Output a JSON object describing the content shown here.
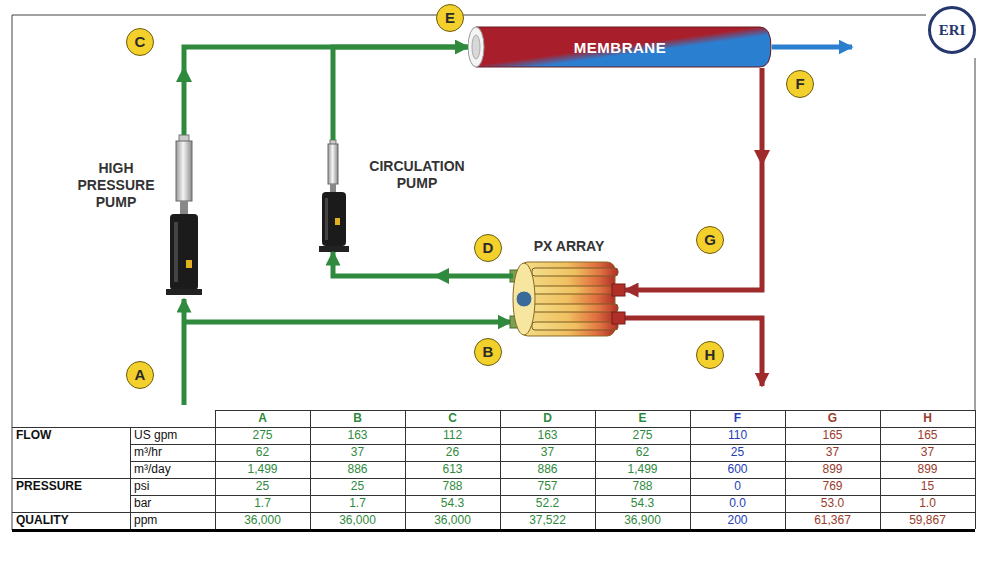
{
  "diagram": {
    "nodes": [
      {
        "text": [
          "ERI"
        ]
      },
      {
        "text": [
          "E"
        ]
      },
      {
        "text": [
          "MEMBRANE"
        ]
      },
      {
        "text": [
          "F"
        ]
      },
      {
        "text": [
          "C"
        ]
      },
      {
        "text": [
          "HIGH PRESSURE PUMP"
        ]
      },
      {
        "text": [
          "CIRCULATION PUMP"
        ]
      },
      {
        "text": [
          "PX ARRAY"
        ]
      },
      {
        "text": [
          "D"
        ]
      },
      {
        "text": [
          "G"
        ]
      },
      {
        "text": [
          "B"
        ]
      },
      {
        "text": [
          "H"
        ]
      },
      {
        "text": [
          "A"
        ]
      }
    ],
    "edges": [
      {
        "from": 5,
        "to": 2,
        "arrow": "to"
      },
      {
        "from": 6,
        "to": 2,
        "arrow": "to"
      },
      {
        "from": 7,
        "to": 6,
        "arrow": "to"
      },
      {
        "from": 2,
        "to": 7,
        "arrow": "to"
      }
    ],
    "labels": [
      "A",
      "B",
      "C",
      "D",
      "E",
      "F",
      "G",
      "H",
      "FLOW",
      "US gpm",
      "275",
      "163",
      "112",
      "163",
      "275",
      "110",
      "165",
      "165",
      "m³/hr",
      "62",
      "37",
      "26",
      "37",
      "62",
      "25",
      "37",
      "37",
      "m³/day",
      "1,499",
      "886",
      "613",
      "886",
      "1,499",
      "600",
      "899",
      "899",
      "PRESSURE",
      "psi",
      "25",
      "25",
      "788",
      "757",
      "788",
      "0",
      "769",
      "15",
      "bar",
      "1.7",
      "1.7",
      "54.3",
      "52.2",
      "54.3",
      "0.0",
      "53.0",
      "1.0",
      "QUALITY",
      "ppm",
      "36,000",
      "36,000",
      "36,000",
      "37,522",
      "36,900",
      "200",
      "61,367",
      "59,867"
    ]
  }
}
